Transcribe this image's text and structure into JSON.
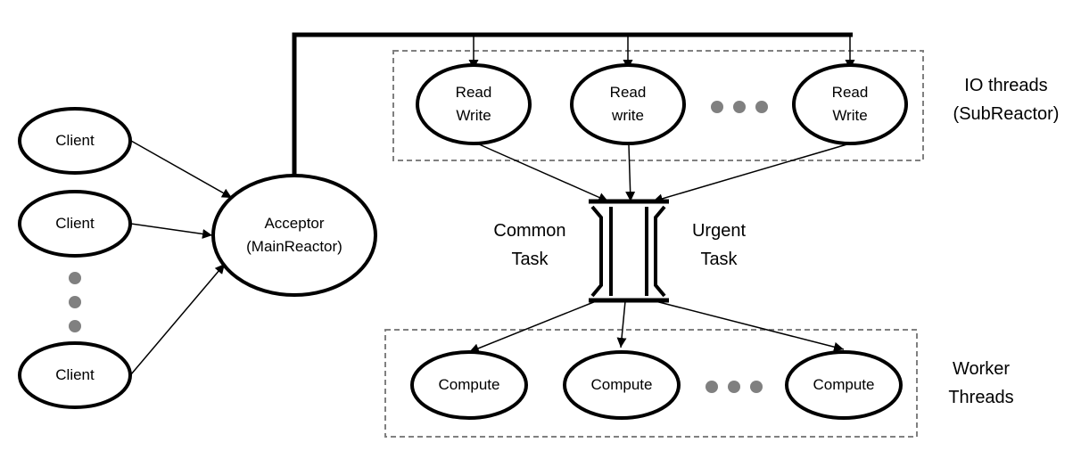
{
  "clients": {
    "label_1": "Client",
    "label_2": "Client",
    "label_3": "Client"
  },
  "acceptor": {
    "line1": "Acceptor",
    "line2": "(MainReactor)"
  },
  "io_threads": {
    "title_line1": "IO threads",
    "title_line2": "(SubReactor)",
    "node_1": {
      "line1": "Read",
      "line2": "Write"
    },
    "node_2": {
      "line1": "Read",
      "line2": "write"
    },
    "node_3": {
      "line1": "Read",
      "line2": "Write"
    }
  },
  "queues": {
    "common_line1": "Common",
    "common_line2": "Task",
    "urgent_line1": "Urgent",
    "urgent_line2": "Task"
  },
  "worker_threads": {
    "title_line1": "Worker",
    "title_line2": "Threads",
    "node_1": "Compute",
    "node_2": "Compute",
    "node_3": "Compute"
  },
  "colors": {
    "stroke": "#000000",
    "group_border": "#808080",
    "ellipsis_dots": "#808080"
  },
  "icons": [
    "ellipsis-dots-icon"
  ]
}
